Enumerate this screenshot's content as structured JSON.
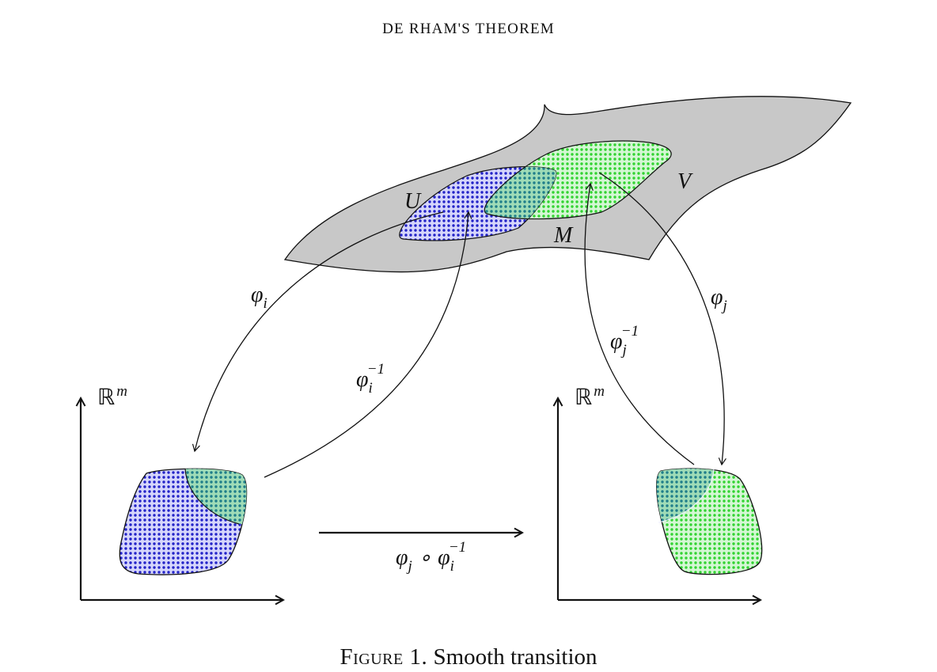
{
  "header": {
    "running_head": "DE RHAM'S THEOREM"
  },
  "diagram": {
    "manifold_label": "M",
    "set_u_label": "U",
    "set_v_label": "V",
    "phi_i": "φ",
    "phi_i_sub": "i",
    "phi_i_inv": "φ",
    "phi_i_inv_sub": "i",
    "phi_i_inv_sup": "−1",
    "phi_j": "φ",
    "phi_j_sub": "j",
    "phi_j_inv": "φ",
    "phi_j_inv_sub": "j",
    "phi_j_inv_sup": "−1",
    "transition_phi_j": "φ",
    "transition_j_sub": "j",
    "transition_circ": "∘",
    "transition_phi_i": "φ",
    "transition_i_sub": "i",
    "transition_sup": "−1",
    "left_space_label": "ℝ",
    "left_space_sup": "m",
    "right_space_label": "ℝ",
    "right_space_sup": "m"
  },
  "colors": {
    "manifold_fill": "#c8c8c8",
    "blue_region": "#3b3bd6",
    "green_region": "#4fe04f",
    "overlap": "#2a9a6a"
  },
  "caption": {
    "figure_label": "Figure 1.",
    "text": "Smooth transition"
  }
}
